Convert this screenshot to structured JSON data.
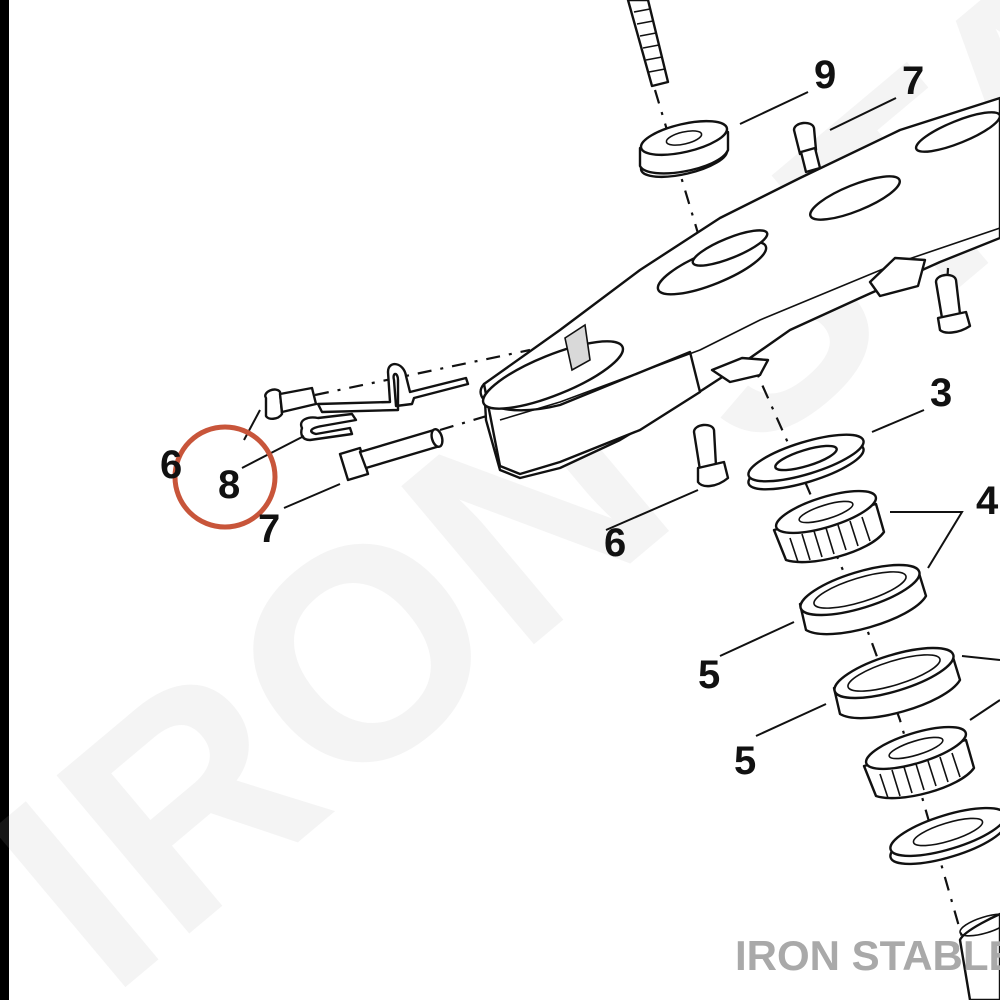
{
  "callouts": {
    "c9": "9",
    "c7_top": "7",
    "c3": "3",
    "c4": "4",
    "c6_left": "6",
    "c8": "8",
    "c7_left": "7",
    "c6_mid": "6",
    "c5_upper": "5",
    "c5_lower": "5"
  },
  "highlight_color": "#c8553a",
  "watermark": {
    "diagonal": "IRON STABLE",
    "corner": "IRON STABLE"
  }
}
